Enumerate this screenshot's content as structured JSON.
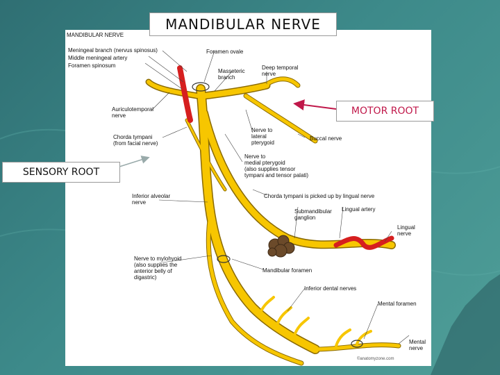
{
  "slide": {
    "title": "MANDIBULAR NERVE",
    "motor_root_label": "MOTOR ROOT",
    "sensory_root_label": "SENSORY ROOT"
  },
  "figure": {
    "heading": "MANDIBULAR NERVE",
    "labels": {
      "meningeal_branch": "Meningeal branch (nervus spinosus)",
      "middle_meningeal_artery": "Middle meningeal artery",
      "foramen_spinosum": "Foramen spinosum",
      "foramen_ovale": "Foramen ovale",
      "masseteric_branch": "Masseteric\nbranch",
      "deep_temporal_nerve": "Deep temporal\nnerve",
      "auriculotemporal_nerve": "Auriculotemporal\nnerve",
      "chorda_tympani_facial": "Chorda tympani\n(from facial nerve)",
      "nerve_to_lateral_pterygoid": "Nerve to\nlateral\npterygoid",
      "buccal_nerve": "Buccal nerve",
      "nerve_to_medial_pterygoid": "Nerve to\nmedial pterygoid\n(also supplies tensor\ntympani and tensor palati)",
      "chorda_picked_up": "Chorda tympani is picked up by lingual nerve",
      "inferior_alveolar_nerve": "Inferior alveolar\nnerve",
      "submandibular_ganglion": "Submandibular\nganglion",
      "lingual_artery": "Lingual artery",
      "lingual_nerve": "Lingual\nnerve",
      "nerve_to_mylohyoid": "Nerve to mylohyoid\n(also supplies the\nanterior belly of\ndigastric)",
      "mandibular_foramen": "Mandibular foramen",
      "inferior_dental_nerves": "Inferior dental nerves",
      "mental_foramen": "Mental foramen",
      "mental_nerve": "Mental\nnerve",
      "credit": "©anatomyzone.com"
    }
  },
  "colors": {
    "nerve": "#f7c600",
    "nerve_outline": "#8a6a00",
    "artery": "#d61f1f",
    "ganglion": "#6b4a2a",
    "accent": "#c0184a"
  }
}
